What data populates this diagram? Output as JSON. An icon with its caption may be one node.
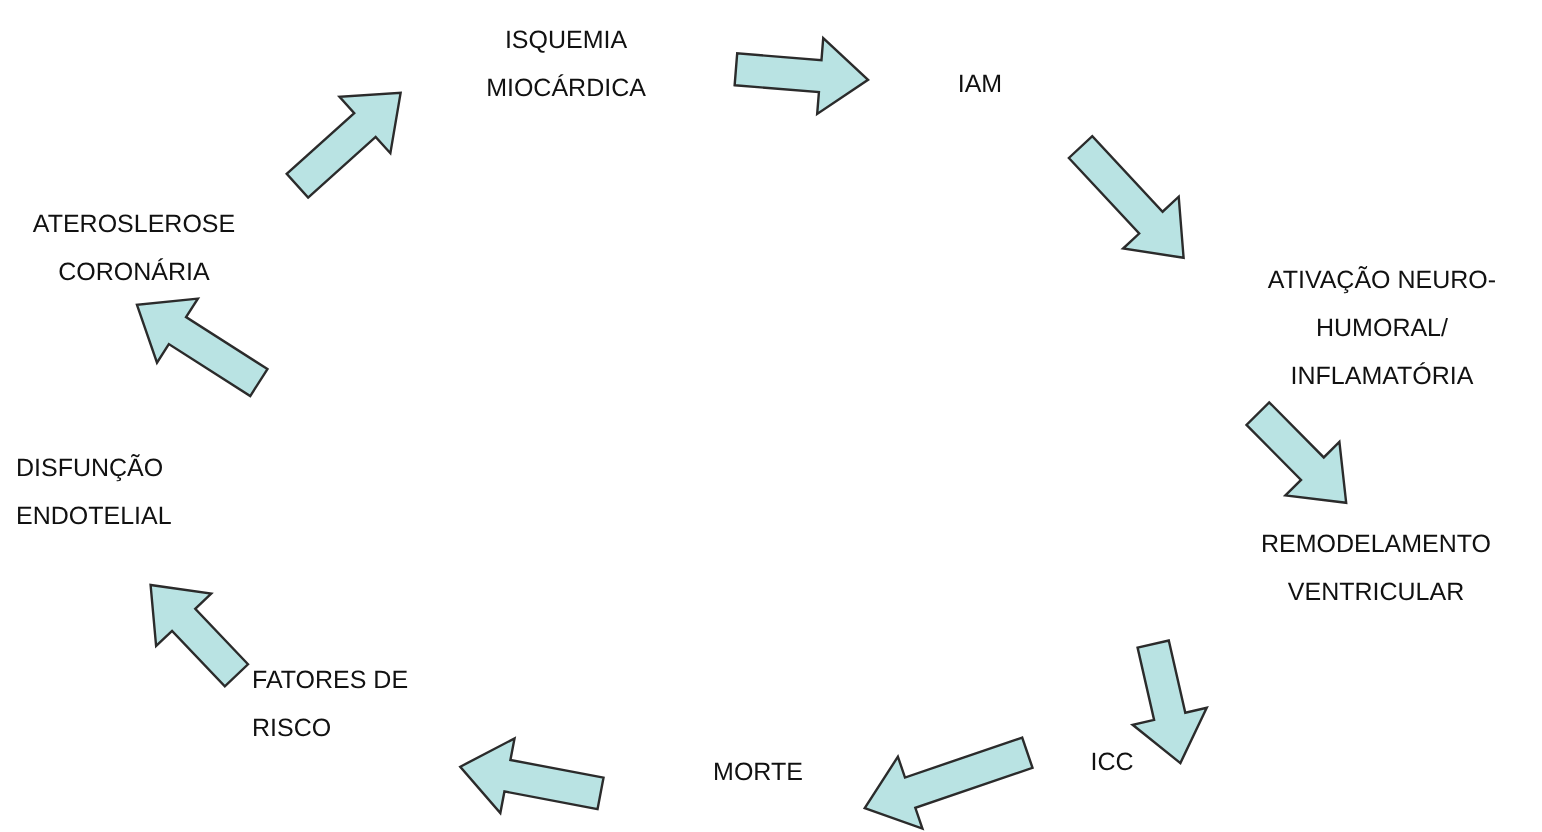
{
  "diagram": {
    "nodes": [
      {
        "text": [
          "FATORES DE RISCO"
        ]
      },
      {
        "text": [
          "DISFUNÇÃO ENDOTELIAL"
        ]
      },
      {
        "text": [
          "ATEROSLEROSE CORONÁRIA"
        ]
      },
      {
        "text": [
          "ISQUEMIA MIOCÁRDICA"
        ]
      },
      {
        "text": [
          "IAM"
        ]
      },
      {
        "text": [
          "ATIVAÇÃO NEURO-HUMORAL/ INFLAMATÓRIA"
        ]
      },
      {
        "text": [
          "REMODELAMENTO VENTRICULAR"
        ]
      },
      {
        "text": [
          "ICC"
        ]
      },
      {
        "text": [
          "MORTE"
        ]
      }
    ],
    "edges": [
      {
        "from": 0,
        "to": 1,
        "arrow": "to"
      },
      {
        "from": 1,
        "to": 2,
        "arrow": "to"
      },
      {
        "from": 2,
        "to": 3,
        "arrow": "to"
      },
      {
        "from": 3,
        "to": 4,
        "arrow": "to"
      },
      {
        "from": 4,
        "to": 5,
        "arrow": "to"
      },
      {
        "from": 5,
        "to": 6,
        "arrow": "to"
      },
      {
        "from": 6,
        "to": 7,
        "arrow": "to"
      },
      {
        "from": 7,
        "to": 8,
        "arrow": "to"
      },
      {
        "from": 8,
        "to": 0,
        "arrow": "to"
      }
    ]
  }
}
